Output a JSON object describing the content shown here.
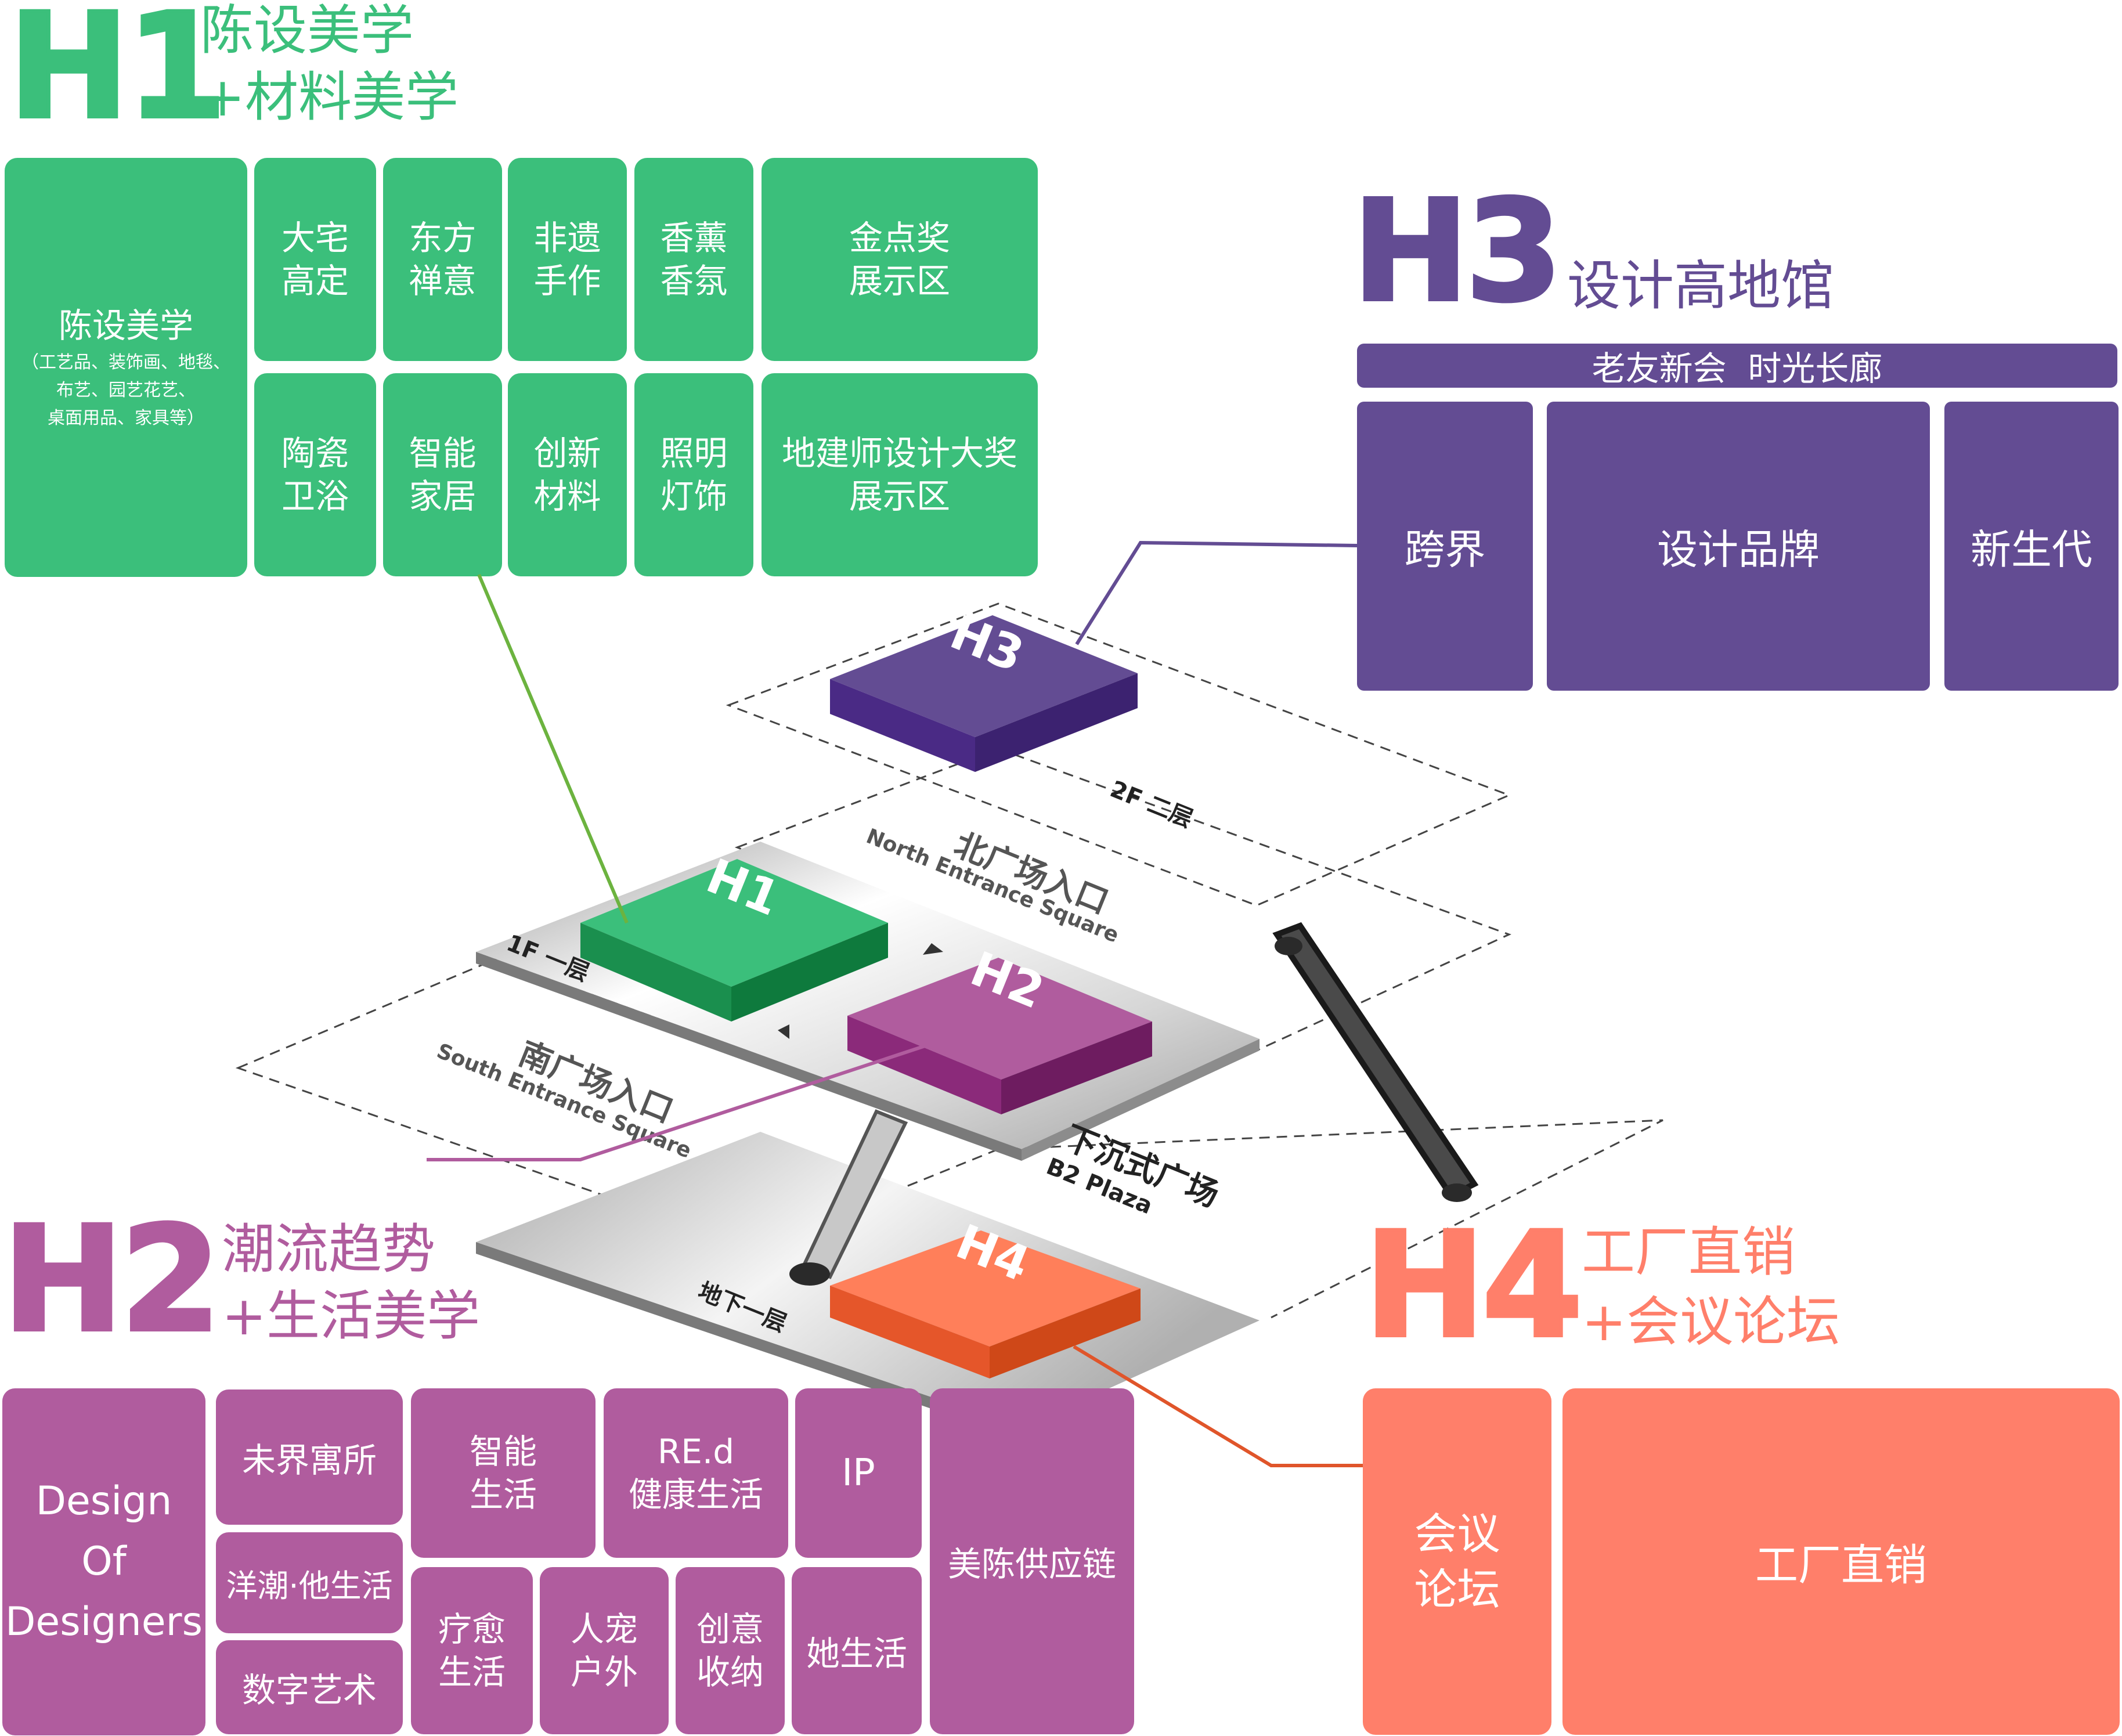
{
  "h1": {
    "badge": "H1",
    "title_line1": "陈设美学",
    "title_line2": "+材料美学",
    "main_title": "陈设美学",
    "main_sub1": "（工艺品、装饰画、地毯、",
    "main_sub2": "布艺、园艺花艺、",
    "main_sub3": "桌面用品、家具等）",
    "tiles": [
      [
        "大宅",
        "高定"
      ],
      [
        "东方",
        "禅意"
      ],
      [
        "非遗",
        "手作"
      ],
      [
        "香薰",
        "香氛"
      ],
      [
        "金点奖",
        "展示区"
      ],
      [
        "陶瓷",
        "卫浴"
      ],
      [
        "智能",
        "家居"
      ],
      [
        "创新",
        "材料"
      ],
      [
        "照明",
        "灯饰"
      ],
      [
        "地建师设计大奖",
        "展示区"
      ]
    ],
    "color": "#3bbf7b"
  },
  "h3": {
    "badge": "H3",
    "title": "设计高地馆",
    "bar": "老友新会  时光长廊",
    "tiles": [
      "跨界",
      "设计品牌",
      "新生代"
    ],
    "color": "#634c93"
  },
  "h2": {
    "badge": "H2",
    "title_line1": "潮流趋势",
    "title_line2": "+生活美学",
    "ddd": [
      "Design",
      "Of",
      "Designers"
    ],
    "tiles_single": [
      "未界寓所",
      "洋潮·他生活",
      "数字艺术",
      "IP",
      "她生活",
      "美陈供应链"
    ],
    "tiles_double": [
      [
        "智能",
        "生活"
      ],
      [
        "RE.d",
        "健康生活"
      ],
      [
        "疗愈",
        "生活"
      ],
      [
        "人宠",
        "户外"
      ],
      [
        "创意",
        "收纳"
      ]
    ],
    "color": "#b05c9e"
  },
  "h4": {
    "badge": "H4",
    "title_line1": "工厂直销",
    "title_line2": "+会议论坛",
    "tile_left": [
      "会议",
      "论坛"
    ],
    "tile_right": "工厂直销",
    "color": "#ff7f6a"
  },
  "floors": {
    "f2": "2F 二层",
    "f1": "1F 一层",
    "b1": "地下一层",
    "north_cn": "北广场入口",
    "north_en": "North Entrance Square",
    "south_cn": "南广场入口",
    "south_en": "South Entrance Square",
    "b2_cn": "下沉式广场",
    "b2_en": "B2 Plaza"
  }
}
